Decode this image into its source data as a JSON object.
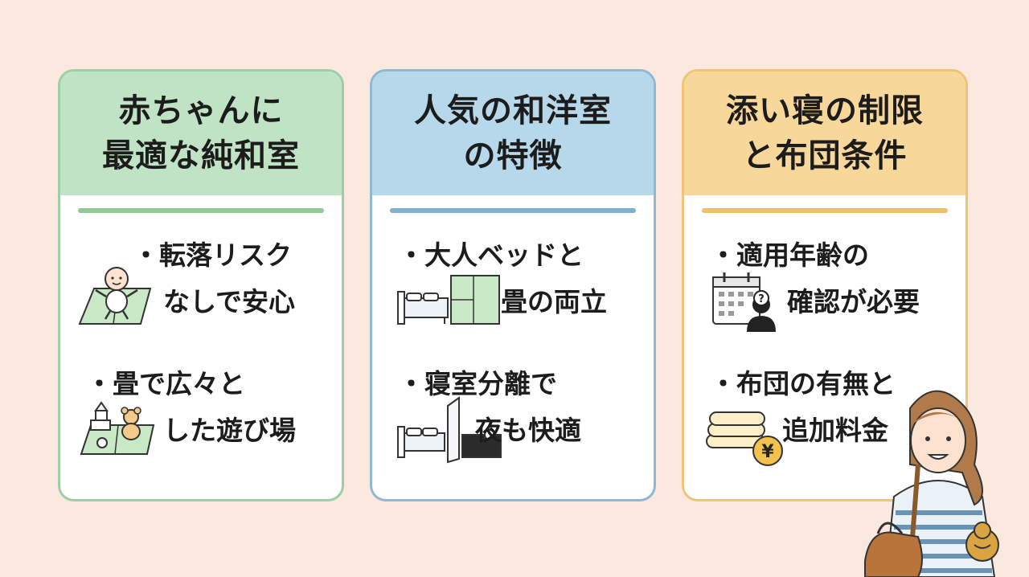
{
  "cards": [
    {
      "title": [
        "赤ちゃんに",
        "最適な純和室"
      ],
      "head_color": "#bfe3c4",
      "border_color": "#9ccfa3",
      "rule_color": "#8fcb98",
      "items": [
        {
          "lines": [
            "・転落リスク",
            "なしで安心"
          ],
          "icon": "baby-on-tatami-icon"
        },
        {
          "lines": [
            "・畳で広々と",
            "した遊び場"
          ],
          "icon": "toys-on-tatami-icon"
        }
      ]
    },
    {
      "title": [
        "人気の和洋室",
        "の特徴"
      ],
      "head_color": "#b7d7ea",
      "border_color": "#8fb8d3",
      "rule_color": "#7fb0d2",
      "items": [
        {
          "lines": [
            "・大人ベッドと",
            "畳の両立"
          ],
          "icon": "bed-and-tatami-icon"
        },
        {
          "lines": [
            "・寝室分離で",
            "夜も快適"
          ],
          "icon": "separate-bedroom-icon"
        }
      ]
    },
    {
      "title": [
        "添い寝の制限",
        "と布団条件"
      ],
      "head_color": "#f8d79b",
      "border_color": "#efc477",
      "rule_color": "#f0bf6a",
      "items": [
        {
          "lines": [
            "・適用年齢の",
            "確認が必要"
          ],
          "icon": "calendar-question-icon"
        },
        {
          "lines": [
            "・布団の有無と",
            "追加料金"
          ],
          "icon": "futon-yen-icon"
        }
      ]
    }
  ]
}
